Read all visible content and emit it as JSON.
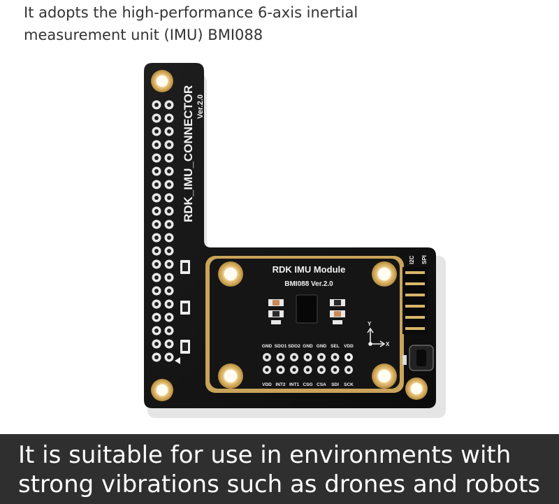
{
  "captions": {
    "top_line1": "It adopts the high-performance 6-axis inertial",
    "top_line2": "measurement unit (IMU) BMI088",
    "bottom_line1": "It is suitable for use in environments with",
    "bottom_line2": "strong vibrations such as drones and robots"
  },
  "board": {
    "carrier_label": "RDK_IMU_CONNECTOR",
    "carrier_version": "Ver.2.0",
    "module_title": "RDK IMU Module",
    "module_subtitle": "BMI088 Ver.2.0",
    "iface_i2c": "I2C",
    "iface_spi": "SPI",
    "axis_y": "Y",
    "axis_x": "X",
    "pins_top": [
      "GND",
      "SDO1",
      "SDO2",
      "GND",
      "GND",
      "SEL",
      "VDD"
    ],
    "pins_bottom": [
      "VDD",
      "INT2",
      "INT1",
      "CSG",
      "CSA",
      "SDI",
      "SCK"
    ]
  },
  "colors": {
    "pcb": "#141414",
    "gold": "#d7b56a",
    "silk": "#f2f2f2",
    "band": "#2f2f2f"
  }
}
